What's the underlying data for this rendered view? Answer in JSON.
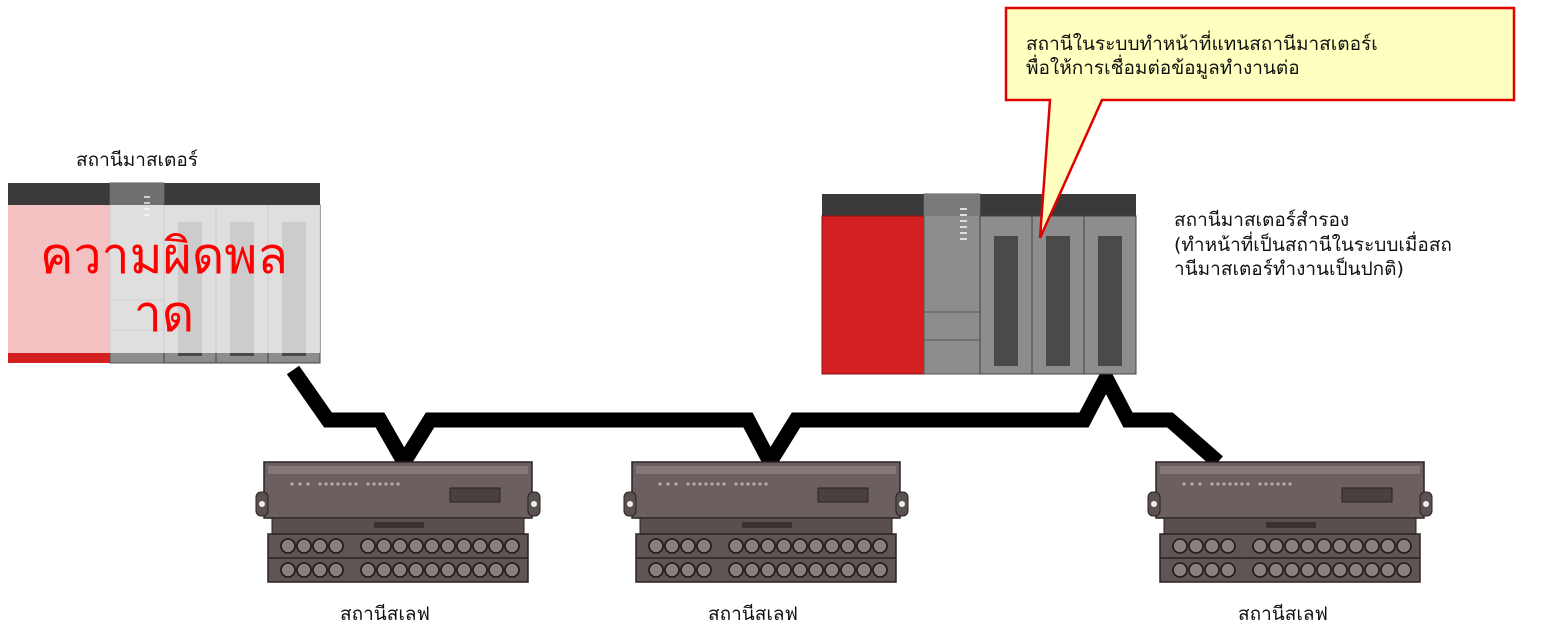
{
  "callout": {
    "line1": "สถานีในระบบทำหน้าที่แทนสถานีมาสเตอร์เ",
    "line2": "พื่อให้การเชื่อมต่อข้อมูลทำงานต่อ"
  },
  "master": {
    "label": "สถานีมาสเตอร์",
    "error_line1": "ความผิดพล",
    "error_line2": "าด"
  },
  "standby": {
    "label_line1": "สถานีมาสเตอร์สำรอง",
    "label_line2": "(ทำหน้าที่เป็นสถานีในระบบเมื่อสถ",
    "label_line3": "านีมาสเตอร์ทำงานเป็นปกติ)"
  },
  "slaves": [
    {
      "label": "สถานีสเลฟ"
    },
    {
      "label": "สถานีสเลฟ"
    },
    {
      "label": "สถานีสเลฟ"
    }
  ],
  "colors": {
    "plc_red": "#d42020",
    "plc_dark": "#3a3a3a",
    "plc_grey": "#8d8d8d",
    "callout_fill": "#ffffc0",
    "callout_border": "#e00000",
    "slave_body": "#6b5f5f",
    "cable": "#000000"
  }
}
